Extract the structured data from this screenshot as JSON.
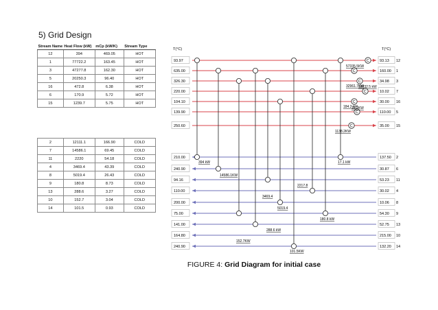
{
  "heading": "5) Grid Design",
  "caption": {
    "prefix": "FIGURE 4: ",
    "title": "Grid Diagram for initial case"
  },
  "table": {
    "headers": [
      "Stream Name",
      "Heat Flow (kW)",
      "mCp (kW/K)",
      "Stream Type"
    ],
    "rows": [
      [
        "12",
        "394",
        "469.05",
        "HOT"
      ],
      [
        "1",
        "77722.2",
        "163.45",
        "HOT"
      ],
      [
        "3",
        "47277.8",
        "162.30",
        "HOT"
      ],
      [
        "5",
        "20250.3",
        "96.40",
        "HOT"
      ],
      [
        "16",
        "472.8",
        "6.38",
        "HOT"
      ],
      [
        "6",
        "170.9",
        "5.72",
        "HOT"
      ],
      [
        "15",
        "1239.7",
        "5.75",
        "HOT"
      ],
      [
        "2",
        "12111.1",
        "166.90",
        "COLD"
      ],
      [
        "7",
        "14586.1",
        "69.45",
        "COLD"
      ],
      [
        "11",
        "2220",
        "54.18",
        "COLD"
      ],
      [
        "4",
        "3469.4",
        "43.39",
        "COLD"
      ],
      [
        "8",
        "5019.4",
        "26.43",
        "COLD"
      ],
      [
        "9",
        "180.8",
        "8.73",
        "COLD"
      ],
      [
        "13",
        "288.6",
        "3.27",
        "COLD"
      ],
      [
        "10",
        "152.7",
        "3.04",
        "COLD"
      ],
      [
        "14",
        "101.5",
        "0.93",
        "COLD"
      ]
    ]
  },
  "grid": {
    "unit_left": "T(°C)",
    "unit_right": "T(°C)",
    "streams": [
      {
        "id": "12",
        "type": "HOT",
        "t_left": "93.97",
        "t_right": "93.13"
      },
      {
        "id": "1",
        "type": "HOT",
        "t_left": "635.00",
        "t_right": "160.00"
      },
      {
        "id": "3",
        "type": "HOT",
        "t_left": "326.30",
        "t_right": "34.98"
      },
      {
        "id": "7",
        "type": "HOT",
        "t_left": "220.00",
        "t_right": "10.02"
      },
      {
        "id": "16",
        "type": "HOT",
        "t_left": "104.10",
        "t_right": "30.00"
      },
      {
        "id": "5",
        "type": "HOT",
        "t_left": "139.90",
        "t_right": "110.00"
      },
      {
        "id": "15",
        "type": "HOT",
        "t_left": "250.60",
        "t_right": "35.00"
      },
      {
        "id": "2",
        "type": "COLD",
        "t_left": "210.00",
        "t_right": "137.50"
      },
      {
        "id": "6",
        "type": "COLD",
        "t_left": "240.90",
        "t_right": "30.87"
      },
      {
        "id": "11",
        "type": "COLD",
        "t_left": "94.16",
        "t_right": "53.23"
      },
      {
        "id": "4",
        "type": "COLD",
        "t_left": "110.00",
        "t_right": "30.02"
      },
      {
        "id": "8",
        "type": "COLD",
        "t_left": "200.00",
        "t_right": "10.06"
      },
      {
        "id": "9",
        "type": "COLD",
        "t_left": "75.00",
        "t_right": "54.30"
      },
      {
        "id": "13",
        "type": "COLD",
        "t_left": "141.00",
        "t_right": "52.75"
      },
      {
        "id": "10",
        "type": "COLD",
        "t_left": "164.80",
        "t_right": "215.00"
      },
      {
        "id": "14",
        "type": "COLD",
        "t_left": "240.90",
        "t_right": "132.20"
      }
    ],
    "exchangers": [
      {
        "hot": 0,
        "cold": 7,
        "label": "394 kW",
        "label_row": 7,
        "dx": 0
      },
      {
        "hot": 1,
        "cold": 8,
        "label": "14586.1KW",
        "label_row": 8,
        "dx": 0
      },
      {
        "hot": 2,
        "cold": 12,
        "label": "152.7KW",
        "label_row": 14,
        "dx": 0
      },
      {
        "hot": 1,
        "cold": 13,
        "label": "288.6 kW",
        "label_row": 13,
        "dx": 0
      },
      {
        "hot": 0,
        "cold": 15,
        "label": "101.5KW",
        "label_row": 15,
        "dx": 0
      },
      {
        "hot": 3,
        "cold": 10,
        "label": "2217.8",
        "label_row": 9,
        "dx": 0
      },
      {
        "hot": 2,
        "cold": 9,
        "label": "3469.4",
        "label_row": 10,
        "dx": 0
      },
      {
        "hot": 4,
        "cold": 11,
        "label": "5019.4",
        "label_row": 11,
        "dx": 0
      },
      {
        "hot": 1,
        "cold": 12,
        "label": "180.8 kW",
        "label_row": 12,
        "dx": 0
      },
      {
        "hot": 0,
        "cold": 7,
        "label": "17.1 kW",
        "label_row": 7,
        "dx": 0
      }
    ],
    "coolers": [
      {
        "row": 1,
        "label": "57335.5KW",
        "label_row": 1
      },
      {
        "row": 2,
        "label": "32961.7KW",
        "label_row": 2
      },
      {
        "row": 3,
        "label": "18032.5 kW",
        "label_row": 3
      },
      {
        "row": 4,
        "label": "184.2 kW",
        "label_row": 4
      },
      {
        "row": 5,
        "label": "18.2KW",
        "label_row": 5
      },
      {
        "row": 6,
        "label": "1138.2KW",
        "label_row": 6
      },
      {
        "row": 0,
        "label": "",
        "label_row": 0
      }
    ],
    "colors": {
      "hot": "#d9434a",
      "cold": "#6c6fb8",
      "link": "#222222"
    }
  }
}
